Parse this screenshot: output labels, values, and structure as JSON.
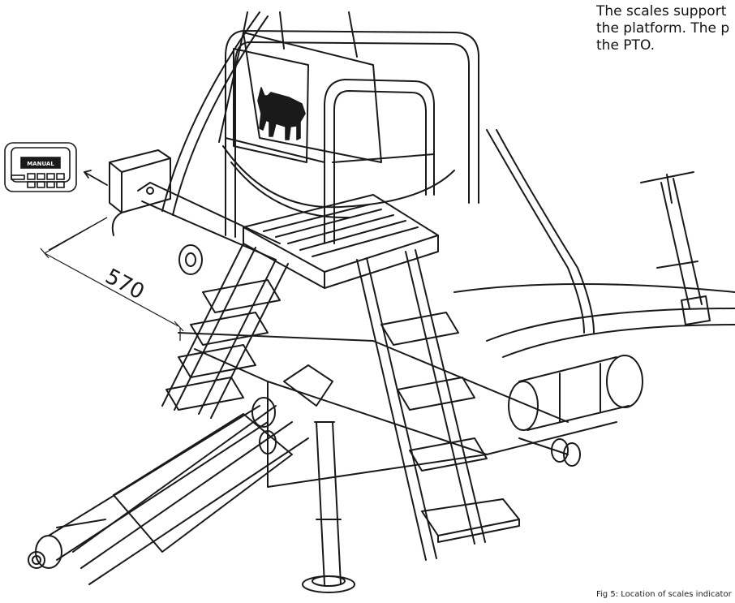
{
  "caption": {
    "lines": [
      "The scales support",
      "the platform. The p",
      "the PTO."
    ]
  },
  "diagram": {
    "dimension_label": "570",
    "display_unit_label": "MANUAL",
    "figure_caption": "Fig 5: Location of scales indicator"
  },
  "colors": {
    "line": "#1a1a1a",
    "background": "#ffffff"
  },
  "icons": [
    "cow-silhouette-icon",
    "arrow-icon",
    "display-unit-icon"
  ]
}
